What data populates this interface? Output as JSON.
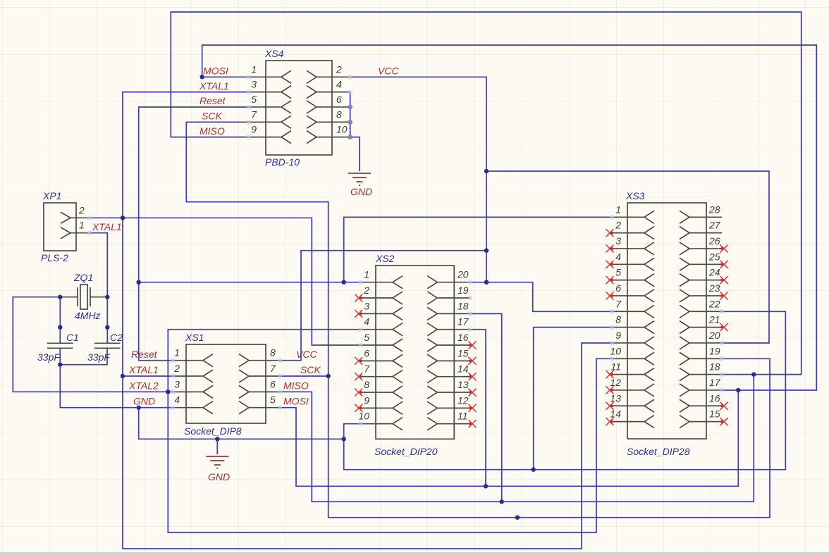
{
  "colors": {
    "background": "#fcfaf3",
    "grid": "#e9e5de",
    "wire": "#3c3caa",
    "junction": "#2b2b90",
    "outline": "#4a4a46",
    "pin_text": "#3c3c3a",
    "net_label": "#a33434",
    "ref_text": "#2f2f9c",
    "gnd_symbol": "#9c3434",
    "no_connect": "#e23b3b",
    "no_connect_dot": "#b03030",
    "port_marker": "#b9cdf2"
  },
  "components": {
    "xs4": {
      "ref": "XS4",
      "type": "PBD-10",
      "left_pins": [
        "1",
        "3",
        "5",
        "7",
        "9"
      ],
      "right_pins": [
        "2",
        "4",
        "6",
        "8",
        "10"
      ],
      "left_labels": [
        "MOSI",
        "XTAL1",
        "Reset",
        "SCK",
        "MISO"
      ]
    },
    "xp1": {
      "ref": "XP1",
      "type": "PLS-2",
      "pins": [
        "2",
        "1"
      ],
      "pin1_label": "XTAL1"
    },
    "zq1": {
      "ref": "ZQ1",
      "value": "4MHz"
    },
    "c1": {
      "ref": "C1",
      "value": "33pF"
    },
    "c2": {
      "ref": "C2",
      "value": "33pF"
    },
    "xs1": {
      "ref": "XS1",
      "type": "Socket_DIP8",
      "left_pins": [
        "1",
        "2",
        "3",
        "4"
      ],
      "right_pins": [
        "8",
        "7",
        "6",
        "5"
      ],
      "left_labels": [
        "Reset",
        "XTAL1",
        "XTAL2",
        "GND"
      ],
      "right_labels": [
        "VCC",
        "SCK",
        "MISO",
        "MOSI"
      ]
    },
    "xs2": {
      "ref": "XS2",
      "type": "Socket_DIP20",
      "left_pins": [
        "1",
        "2",
        "3",
        "4",
        "5",
        "6",
        "7",
        "8",
        "9",
        "10"
      ],
      "right_pins": [
        "20",
        "19",
        "18",
        "17",
        "16",
        "15",
        "14",
        "13",
        "12",
        "11"
      ]
    },
    "xs3": {
      "ref": "XS3",
      "type": "Socket_DIP28",
      "left_pins": [
        "1",
        "2",
        "3",
        "4",
        "5",
        "6",
        "7",
        "8",
        "9",
        "10",
        "11",
        "12",
        "13",
        "14"
      ],
      "right_pins": [
        "28",
        "27",
        "26",
        "25",
        "24",
        "23",
        "22",
        "21",
        "20",
        "19",
        "18",
        "17",
        "16",
        "15"
      ]
    }
  },
  "net_labels": {
    "vcc": "VCC",
    "gnd_top": "GND",
    "gnd_bottom": "GND"
  }
}
